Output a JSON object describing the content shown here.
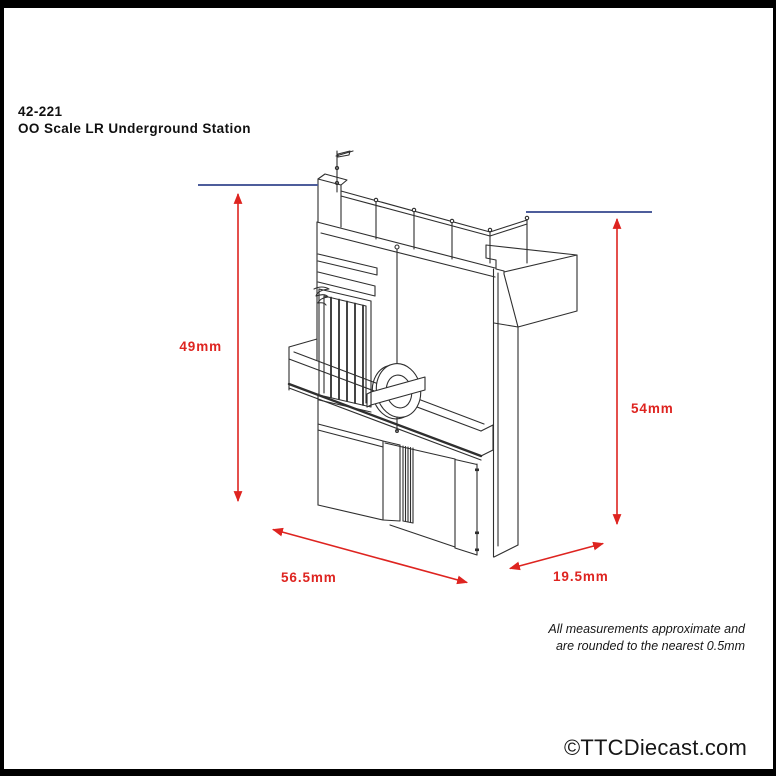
{
  "header": {
    "product_code": "42-221",
    "title": "OO Scale LR Underground Station"
  },
  "dimensions": {
    "height_front": "49mm",
    "height_rear": "54mm",
    "width": "56.5mm",
    "depth": "19.5mm"
  },
  "note": {
    "line1": "All measurements approximate and",
    "line2": "are rounded to the nearest 0.5mm"
  },
  "watermark": "©TTCDiecast.com",
  "figure": {
    "description": "Isometric line drawing of an OO scale LR Underground station model with roof railing, flag, roundel sign, barred window, canopy and entrance"
  },
  "colors": {
    "dimension_red": "#de2420",
    "extension_blue": "#4d5d9b",
    "line_art": "#2f2f2f",
    "frame_black": "#000000"
  }
}
